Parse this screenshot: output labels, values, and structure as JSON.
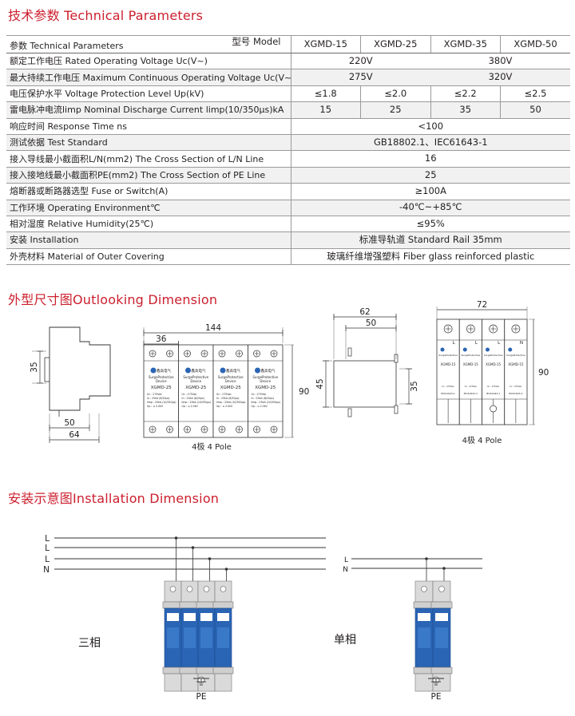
{
  "sections": {
    "spec_title": "技术参数 Technical Parameters",
    "outline_title": "外型尺寸图Outlooking Dimension",
    "install_title": "安装示意图Installation Dimension"
  },
  "spec": {
    "header_param": "参数 Technical Parameters",
    "header_model": "型号 Model",
    "models": [
      "XGMD-15",
      "XGMD-25",
      "XGMD-35",
      "XGMD-50"
    ],
    "rows": [
      {
        "label": "额定工作电压 Rated Operating Voltage Uc(V~)",
        "values": [
          "220V",
          "380V"
        ]
      },
      {
        "label": "最大持续工作电压 Maximum Continuous Operating Voltage Uc(V~)",
        "values": [
          "275V",
          "320V"
        ]
      },
      {
        "label": "电压保护水平 Voltage Protection Level Up(kV)",
        "values": [
          "≤1.8",
          "≤2.0",
          "≤2.2",
          "≤2.5"
        ]
      },
      {
        "label": "雷电脉冲电流limp Nominal Discharge Current limp(10/350μs)kA",
        "values": [
          "15",
          "25",
          "35",
          "50"
        ]
      },
      {
        "label": "响应时间 Response Time ns",
        "values": [
          "<100"
        ]
      },
      {
        "label": "测试依据 Test Standard",
        "values": [
          "GB18802.1、IEC61643-1"
        ]
      },
      {
        "label": "接入导线最小截面积L/N(mm2) The Cross Section of L/N Line",
        "values": [
          "16"
        ]
      },
      {
        "label": "接入接地线最小截面积PE(mm2) The Cross Section of  PE Line",
        "values": [
          "25"
        ]
      },
      {
        "label": "熔断器或断路器选型 Fuse or Switch(A)",
        "values": [
          "≥100A"
        ]
      },
      {
        "label": "工作环境 Operating Environment℃",
        "values": [
          "-40℃~+85℃"
        ]
      },
      {
        "label": "相对湿度 Relative Humidity(25℃)",
        "values": [
          "≤95%"
        ]
      },
      {
        "label": "安装 Installation",
        "values": [
          "标准导轨道 Standard Rail 35mm"
        ]
      },
      {
        "label": "外壳材料 Material of Outer Covering",
        "values": [
          "玻璃纤维增强塑料 Fiber glass reinforced plastic"
        ]
      }
    ]
  },
  "outline": {
    "side_dims": {
      "h": "35",
      "w1": "50",
      "w2": "64"
    },
    "four_pole_dims": {
      "w": "144",
      "p": "36",
      "h": "90"
    },
    "four_pole_label": "4极 4 Pole",
    "module_dims": {
      "w1": "62",
      "w2": "50",
      "h1": "45",
      "h2": "35"
    },
    "one_pole_dims": {
      "w": "72",
      "h": "90"
    },
    "one_pole_label": "4极 4 Pole",
    "module_text": {
      "brand": "鑫高电气",
      "line1": "SurgeProtective",
      "line2": "Device",
      "model": "XGMD-25",
      "model_small": "XGMD-15",
      "spec1": "Uc : 275Vac",
      "spec2": "In : 25kA (8/20μs)",
      "spec3": "Iimp : 25kA (10/350μs)",
      "spec4": "Up : ≤ 2.0kV",
      "spec_small": "IEC61643-1",
      "terminal_l": "L",
      "terminal_n": "N"
    }
  },
  "install": {
    "three_phase_lines": [
      "L",
      "L",
      "L",
      "N"
    ],
    "single_phase_lines": [
      "L",
      "N"
    ],
    "three_phase_label": "三相",
    "single_phase_label": "单相",
    "pe_label": "PE"
  },
  "colors": {
    "title_red": "#cc1f2e",
    "module_blue": "#2a64b4",
    "module_body": "#dadada"
  }
}
